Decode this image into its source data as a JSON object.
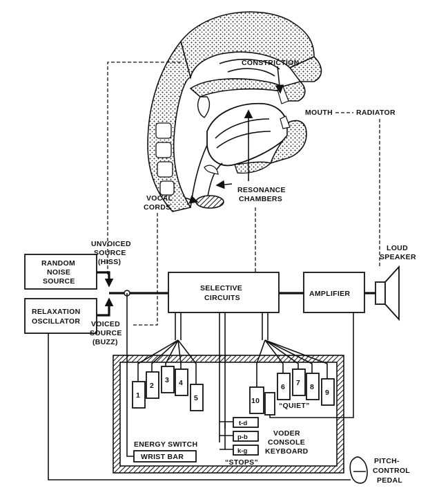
{
  "labels": {
    "constriction": "CONSTRICTION",
    "mouth": "MOUTH",
    "radiator": "RADIATOR",
    "resonance_1": "RESONANCE",
    "resonance_2": "CHAMBERS",
    "vocal_1": "VOCAL",
    "vocal_2": "CORDS",
    "unvoiced_1": "UNVOICED",
    "unvoiced_2": "SOURCE",
    "unvoiced_3": "(HISS)",
    "voiced_1": "VOICED",
    "voiced_2": "SOURCE",
    "voiced_3": "(BUZZ)",
    "loud_1": "LOUD",
    "loud_2": "SPEAKER",
    "noise_1": "RANDOM",
    "noise_2": "NOISE",
    "noise_3": "SOURCE",
    "relax_1": "RELAXATION",
    "relax_2": "OSCILLATOR",
    "selective_1": "SELECTIVE",
    "selective_2": "CIRCUITS",
    "amplifier": "AMPLIFIER",
    "quiet": "“QUIET”",
    "energy_switch": "ENERGY SWITCH",
    "wrist_bar": "WRIST BAR",
    "stops": "“STOPS”",
    "voder_1": "VODER",
    "voder_2": "CONSOLE",
    "voder_3": "KEYBOARD",
    "pitch_1": "PITCH-",
    "pitch_2": "CONTROL",
    "pitch_3": "PEDAL"
  },
  "keys_left": [
    "1",
    "2",
    "3",
    "4",
    "5"
  ],
  "keys_right": [
    "6",
    "7",
    "8",
    "9"
  ],
  "key_ten": "10",
  "stop_keys": [
    "t-d",
    "p-b",
    "k-g"
  ]
}
